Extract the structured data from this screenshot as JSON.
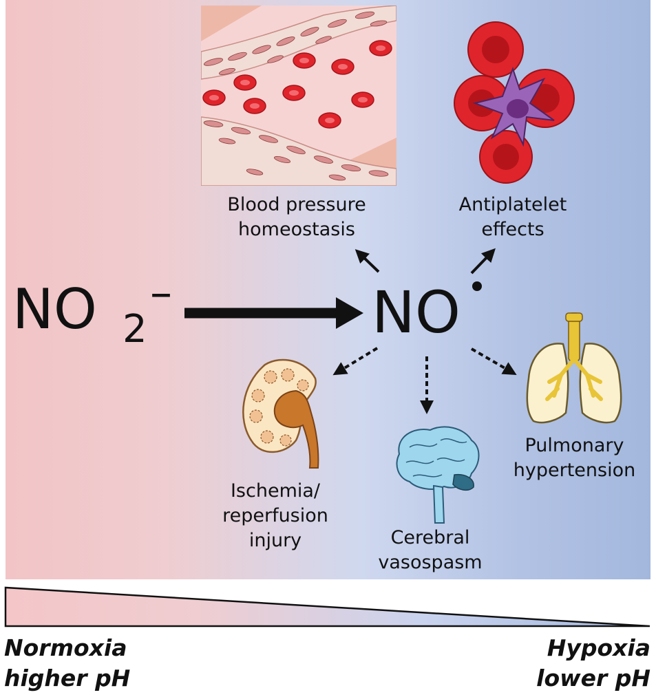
{
  "reactant": {
    "formula_main": "NO",
    "formula_sub": "2",
    "charge": "–"
  },
  "product": {
    "formula_main": "NO"
  },
  "effects": [
    {
      "id": "bp",
      "line1": "Blood pressure",
      "line2": "homeostasis",
      "arrow": "solid"
    },
    {
      "id": "antiplatelet",
      "line1": "Antiplatelet",
      "line2": "effects",
      "arrow": "solid"
    },
    {
      "id": "ischemia",
      "line1": "Ischemia/",
      "line2": "reperfusion",
      "line3": "injury",
      "arrow": "dotted"
    },
    {
      "id": "cerebral",
      "line1": "Cerebral",
      "line2": "vasospasm",
      "arrow": "dotted"
    },
    {
      "id": "pulmonary",
      "line1": "Pulmonary",
      "line2": "hypertension",
      "arrow": "dotted"
    }
  ],
  "gradient_scale": {
    "left": {
      "line1": "Normoxia",
      "line2": "higher pH"
    },
    "right": {
      "line1": "Hypoxia",
      "line2": "lower pH"
    }
  },
  "icons": [
    "blood-vessel-icon",
    "platelet-icon",
    "kidney-icon",
    "brain-icon",
    "lungs-icon"
  ],
  "colors": {
    "normoxia": "#f2c4c6",
    "hypoxia": "#a3b7dd",
    "blood_cell": "#e0242b",
    "platelet": "#7a3f8c",
    "kidney": "#c8772b",
    "brain": "#7fc8e6",
    "lungs_airway": "#e8c437"
  }
}
